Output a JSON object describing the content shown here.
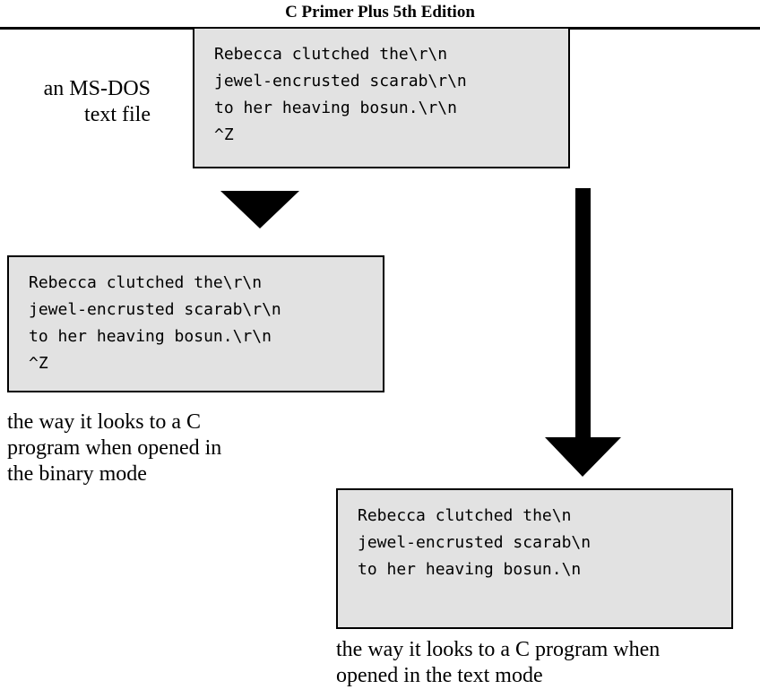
{
  "header": {
    "title": "C Primer Plus 5th Edition"
  },
  "source_file": {
    "caption": [
      "an MS-DOS",
      "text file"
    ],
    "lines": [
      "Rebecca clutched the\\r\\n",
      "jewel-encrusted scarab\\r\\n",
      "to her heaving bosun.\\r\\n",
      "^Z"
    ]
  },
  "binary_mode": {
    "caption": [
      "the way it looks to a C",
      "program when opened in",
      "the binary mode"
    ],
    "lines": [
      "Rebecca clutched the\\r\\n",
      "jewel-encrusted scarab\\r\\n",
      "to her heaving bosun.\\r\\n",
      "^Z"
    ]
  },
  "text_mode": {
    "caption": [
      "the way it looks to a C program when",
      "opened in the text mode"
    ],
    "lines": [
      "Rebecca clutched the\\n",
      "jewel-encrusted scarab\\n",
      "to her heaving bosun.\\n"
    ]
  },
  "colors": {
    "box_fill": "#e2e2e2",
    "ink": "#000000",
    "background": "#ffffff"
  }
}
